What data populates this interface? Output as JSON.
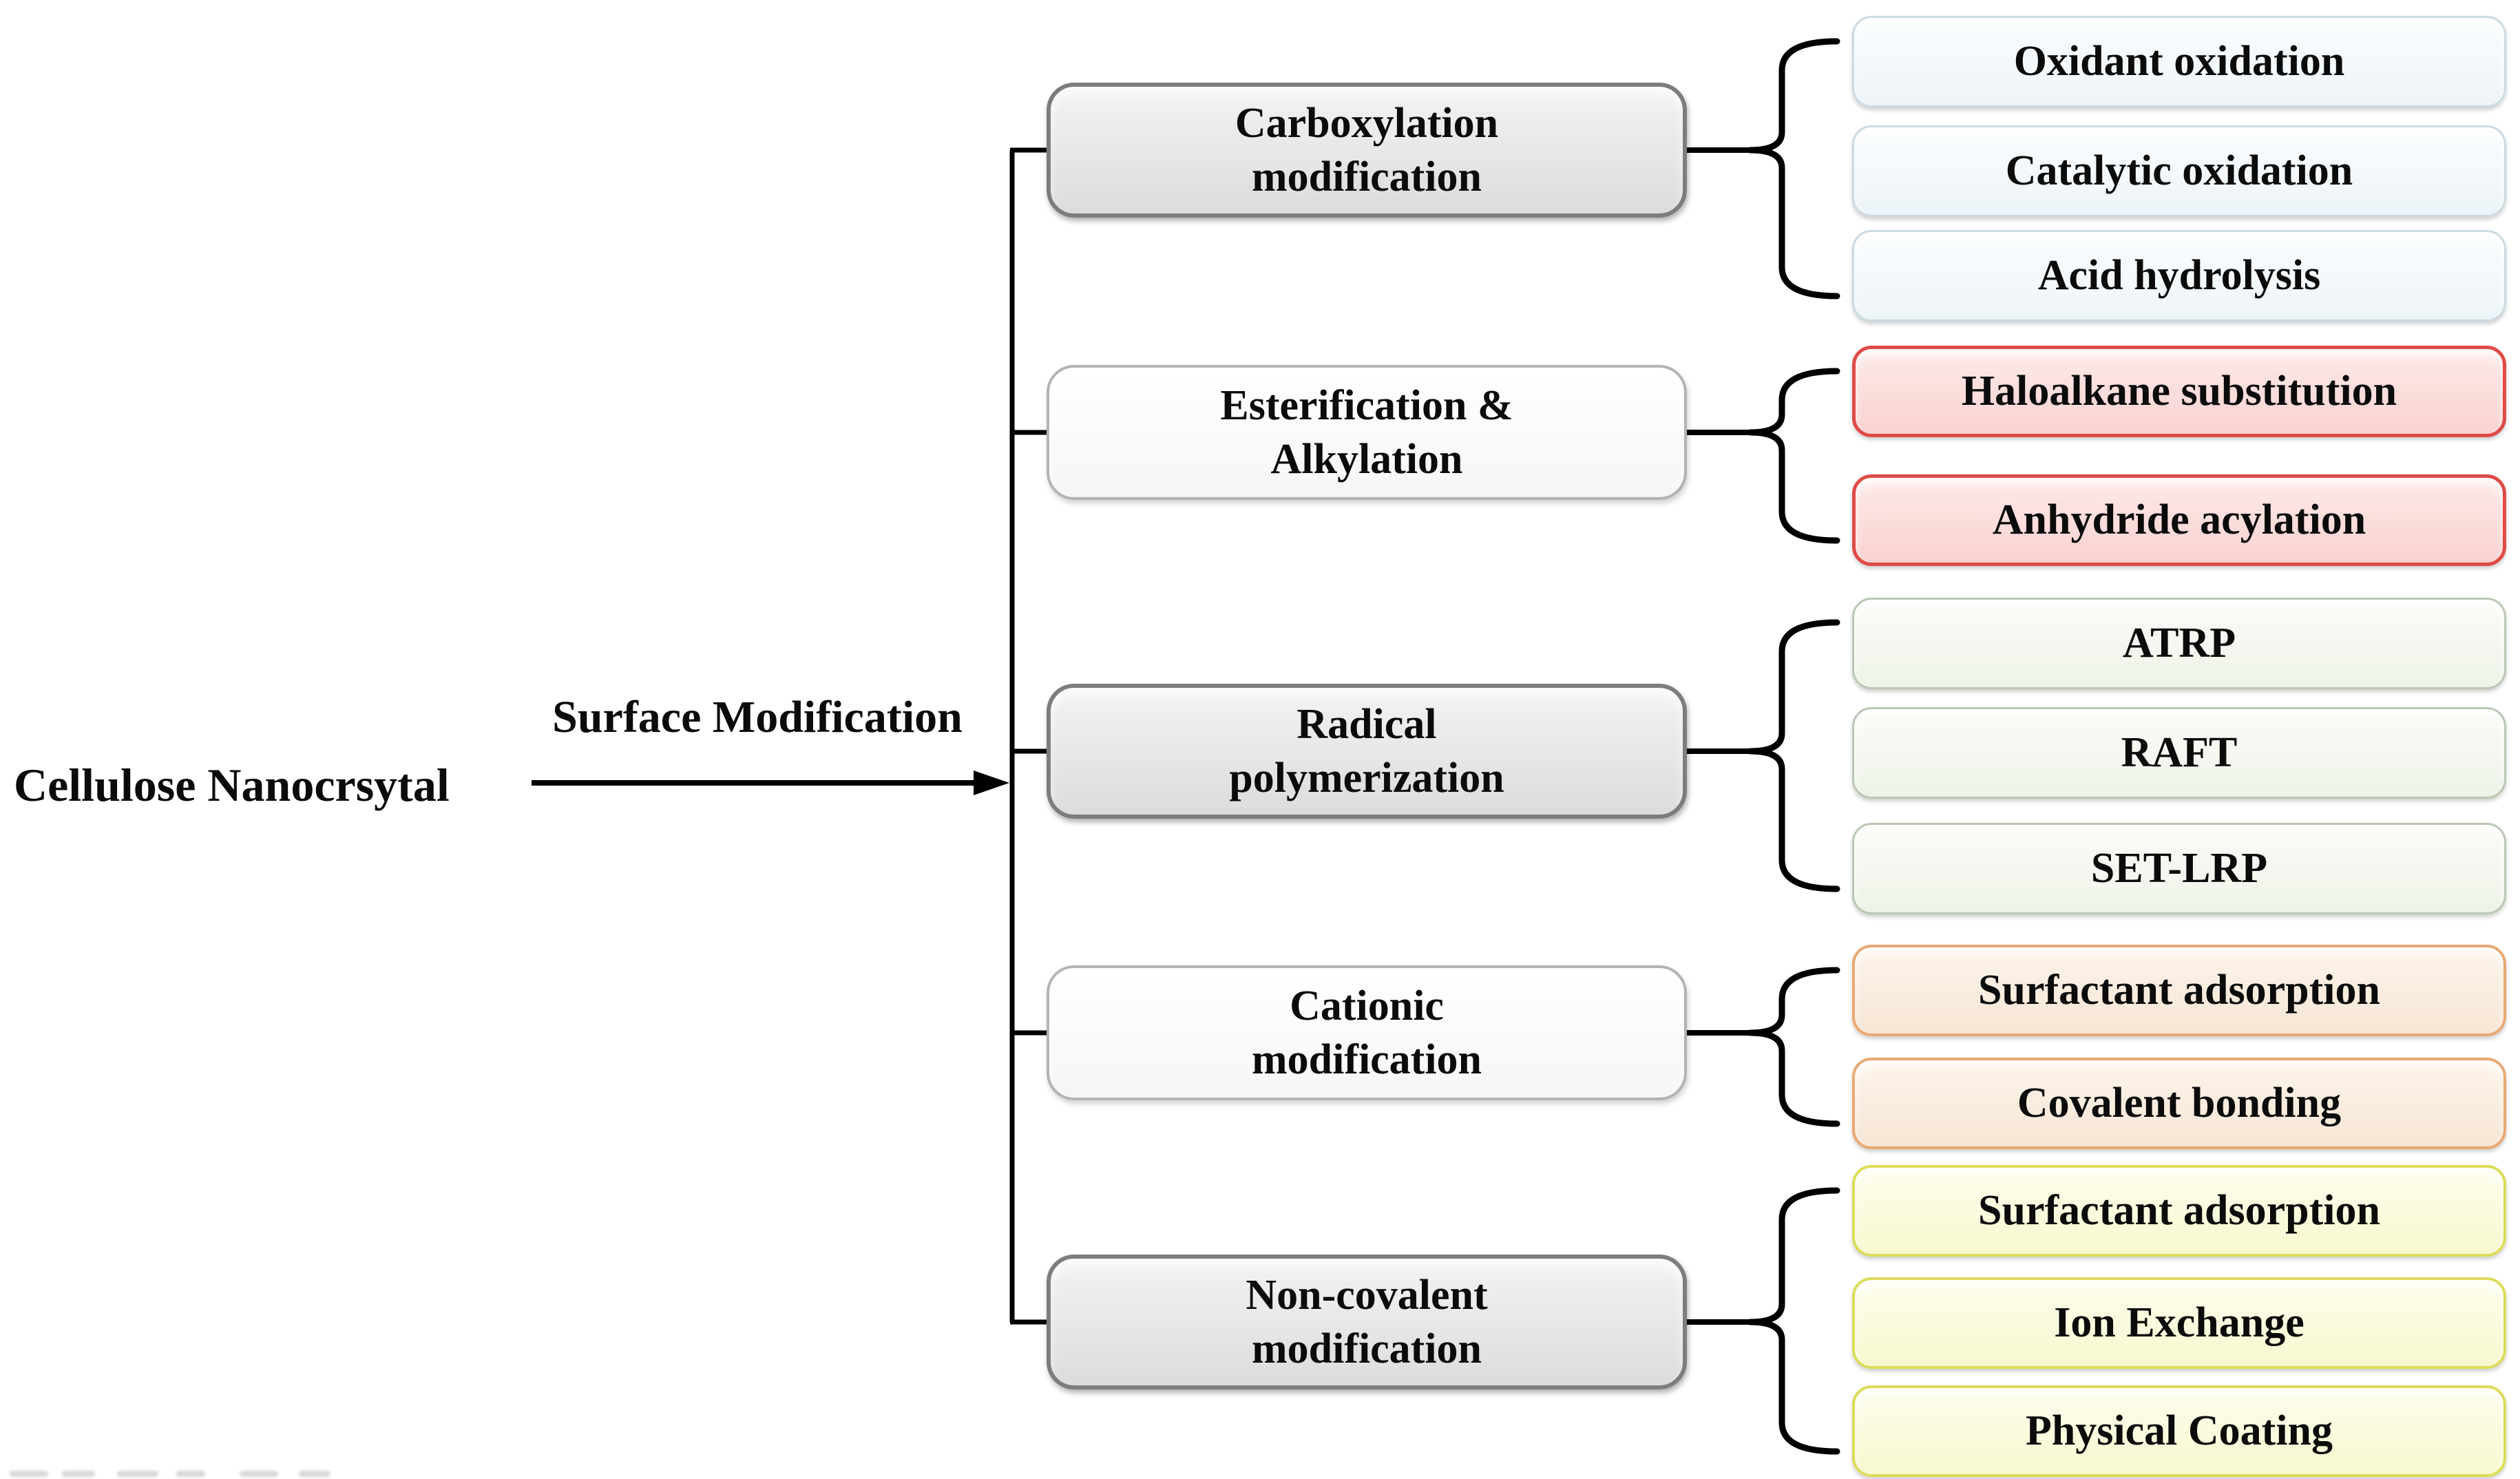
{
  "diagram": {
    "root_label": "Cellulose Nanocrsytal",
    "arrow_label": "Surface Modification",
    "branches": [
      {
        "name": "carboxylation-modification",
        "lines": [
          "Carboxylation",
          "modification"
        ],
        "children": [
          "Oxidant oxidation",
          "Catalytic oxidation",
          "Acid hydrolysis"
        ]
      },
      {
        "name": "esterification-alkylation",
        "lines": [
          "Esterification &",
          "Alkylation"
        ],
        "children": [
          "Haloalkane substitution",
          "Anhydride acylation"
        ]
      },
      {
        "name": "radical-polymerization",
        "lines": [
          "Radical",
          "polymerization"
        ],
        "children": [
          "ATRP",
          "RAFT",
          "SET-LRP"
        ]
      },
      {
        "name": "cationic-modification",
        "lines": [
          "Cationic",
          "modification"
        ],
        "children": [
          "Surfactant adsorption",
          "Covalent bonding"
        ]
      },
      {
        "name": "non-covalent-modification",
        "lines": [
          "Non-covalent",
          "modification"
        ],
        "children": [
          "Surfactant adsorption",
          "Ion Exchange",
          "Physical Coating"
        ]
      }
    ],
    "colors": {
      "line_color": "#000000",
      "branch_gray_fill_top": "#f3f3f3",
      "branch_gray_fill_bottom": "#dcdcdc",
      "branch_gray_border": "#7d7d7d",
      "branch_white_fill_top": "#ffffff",
      "branch_white_fill_bottom": "#f6f6f6",
      "branch_white_border": "#b3b3b3",
      "leaf_blue_fill_top": "#fbfdfe",
      "leaf_blue_fill_bottom": "#edf4f8",
      "leaf_blue_border": "#ccdae2",
      "leaf_pink_fill_top": "#fceae8",
      "leaf_pink_fill_bottom": "#f9d2d0",
      "leaf_pink_border": "#df4a46",
      "leaf_green_fill_top": "#fafcf8",
      "leaf_green_fill_bottom": "#eef3e8",
      "leaf_green_border": "#bac8b3",
      "leaf_peach_fill_top": "#fdf4ea",
      "leaf_peach_fill_bottom": "#f6e6d5",
      "leaf_peach_border": "#e9a973",
      "leaf_yellow_fill_top": "#fdfdee",
      "leaf_yellow_fill_bottom": "#f8f8cf",
      "leaf_yellow_border": "#dcdc5a"
    }
  }
}
